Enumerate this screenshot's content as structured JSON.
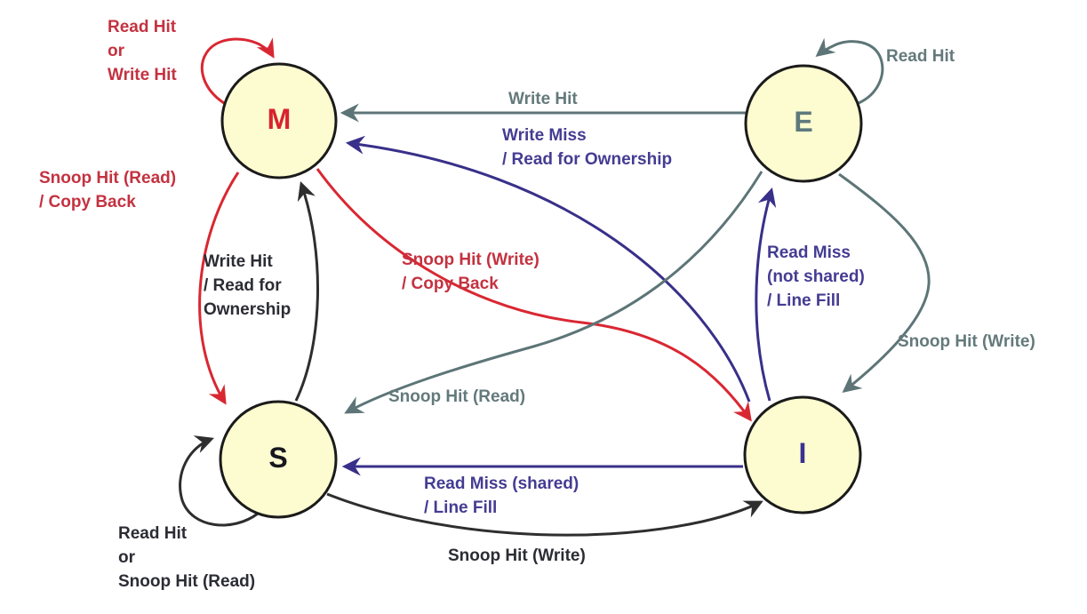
{
  "diagram_type": "state-machine (MESI cache coherence)",
  "palette": {
    "node_fill": "#fcfcd0",
    "node_border": "#1b1b1b",
    "red": "#c43240",
    "gray": "#64797b",
    "purple": "#443c92",
    "black": "#2c2c35"
  },
  "nodes": {
    "m": {
      "letter": "M"
    },
    "e": {
      "letter": "E"
    },
    "s": {
      "letter": "S"
    },
    "i": {
      "letter": "I"
    }
  },
  "transitions": [
    {
      "from": "M",
      "to": "M",
      "color": "red",
      "label": "Read Hit\nor\nWrite Hit"
    },
    {
      "from": "E",
      "to": "M",
      "color": "gray",
      "label": "Write Hit"
    },
    {
      "from": "I",
      "to": "M",
      "color": "purple",
      "label": "Write Miss\n/ Read for Ownership"
    },
    {
      "from": "E",
      "to": "E",
      "color": "gray",
      "label": "Read Hit"
    },
    {
      "from": "M",
      "to": "S",
      "color": "red",
      "label": "Snoop Hit (Read)\n/ Copy Back"
    },
    {
      "from": "S",
      "to": "M",
      "color": "black",
      "label": "Write Hit\n/ Read for\nOwnership"
    },
    {
      "from": "M",
      "to": "I",
      "color": "red",
      "label": "Snoop Hit (Write)\n/ Copy Back"
    },
    {
      "from": "I",
      "to": "E",
      "color": "purple",
      "label": "Read Miss\n(not shared)\n/ Line Fill"
    },
    {
      "from": "E",
      "to": "I",
      "color": "gray",
      "label": "Snoop Hit (Write)"
    },
    {
      "from": "E",
      "to": "S",
      "color": "gray",
      "label": "Snoop Hit (Read)"
    },
    {
      "from": "I",
      "to": "S",
      "color": "purple",
      "label": "Read Miss (shared)\n/ Line Fill"
    },
    {
      "from": "S",
      "to": "I",
      "color": "black",
      "label": "Snoop Hit (Write)"
    },
    {
      "from": "S",
      "to": "S",
      "color": "black",
      "label": "Read Hit\nor\nSnoop Hit (Read)"
    }
  ]
}
